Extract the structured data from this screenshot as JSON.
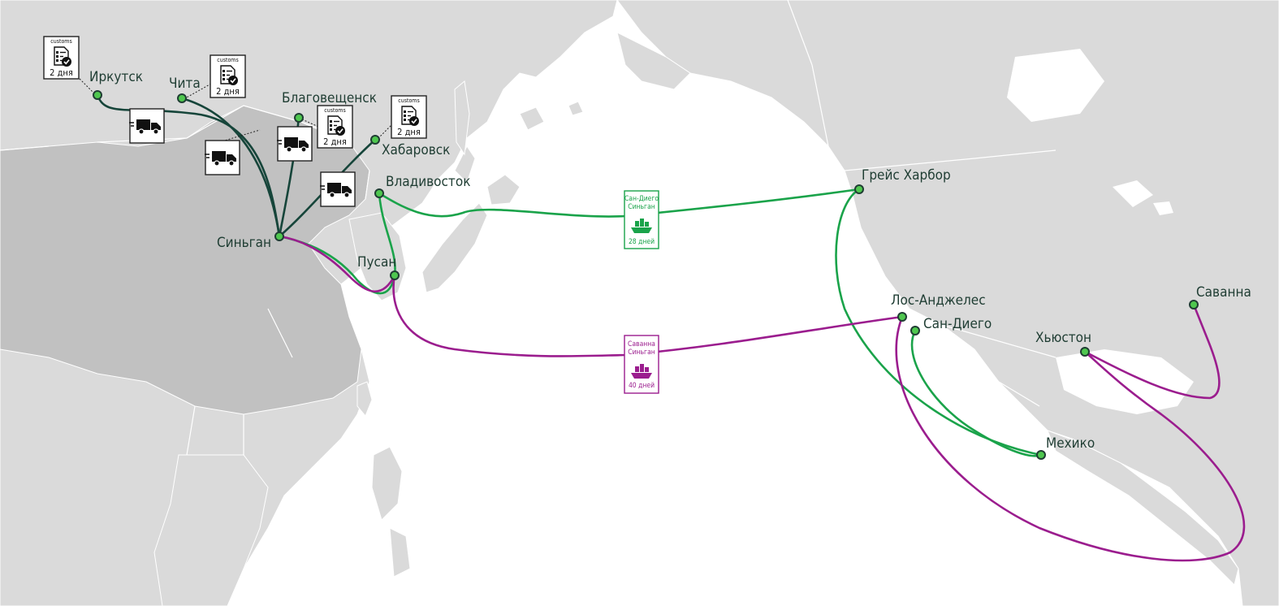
{
  "colors": {
    "ocean": "#ffffff",
    "land": "#dadada",
    "china": "#c1c1c1",
    "border": "#ffffff",
    "truck_route": "#16453a",
    "green_sea_route": "#1aa34a",
    "purple_sea_route": "#9b1d8e",
    "city_dot": "#4fc74f",
    "city_dot_stroke": "#1f3d33",
    "label": "#1f3d33"
  },
  "cities": {
    "irkutsk": "Иркутск",
    "chita": "Чита",
    "blagoveshchensk": "Благовещенск",
    "khabarovsk": "Хабаровск",
    "vladivostok": "Владивосток",
    "singan": "Синьган",
    "pusan": "Пусан",
    "grays_harbor": "Грейс Харбор",
    "los_angeles": "Лос-Анджелес",
    "san_diego": "Сан-Диего",
    "houston": "Хьюстон",
    "savannah": "Саванна",
    "mexico": "Мехико"
  },
  "customs_badges": [
    {
      "word": "customs",
      "days": "2 дня",
      "icon": "customs-document-check-icon"
    },
    {
      "word": "customs",
      "days": "2 дня",
      "icon": "customs-document-check-icon"
    },
    {
      "word": "customs",
      "days": "2 дня",
      "icon": "customs-document-check-icon"
    },
    {
      "word": "customs",
      "days": "2 дня",
      "icon": "customs-document-check-icon"
    }
  ],
  "truck_badges": [
    {
      "icon": "truck-icon"
    },
    {
      "icon": "truck-icon"
    },
    {
      "icon": "truck-icon"
    },
    {
      "icon": "truck-icon"
    }
  ],
  "sea_badges": {
    "green": {
      "line1": "Сан-Диего",
      "line2": "Синьган",
      "days": "28 дней",
      "icon": "cargo-ship-icon"
    },
    "purple": {
      "line1": "Саванна",
      "line2": "Синьган",
      "days": "40 дней",
      "icon": "cargo-ship-icon"
    }
  }
}
